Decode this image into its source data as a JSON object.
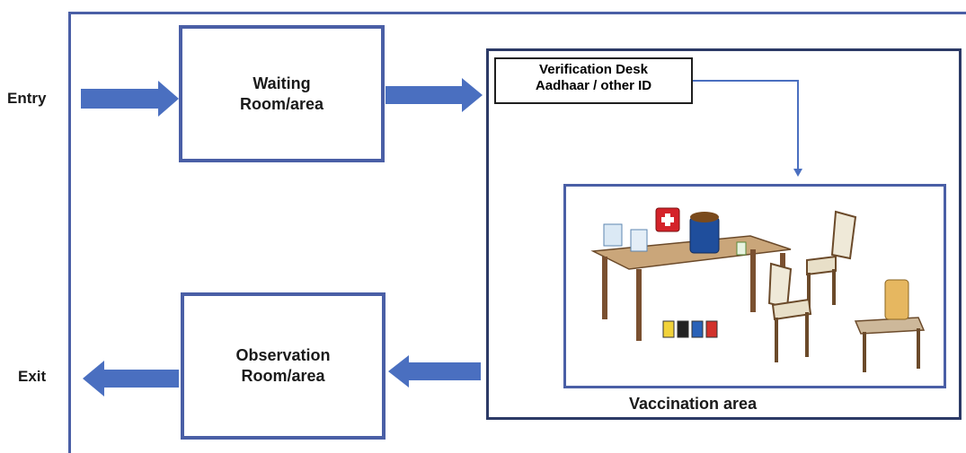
{
  "entry_label": "Entry",
  "exit_label": "Exit",
  "waiting_room": {
    "line1": "Waiting",
    "line2": "Room/area"
  },
  "observation_room": {
    "line1": "Observation",
    "line2": "Room/area"
  },
  "verification_desk": {
    "line1": "Verification Desk",
    "line2": "Aadhaar / other ID"
  },
  "vaccination_area_label": "Vaccination area",
  "colors": {
    "arrow": "#4a6fc0",
    "box_border": "#4a5fa6",
    "area_border": "#2c3a66"
  }
}
